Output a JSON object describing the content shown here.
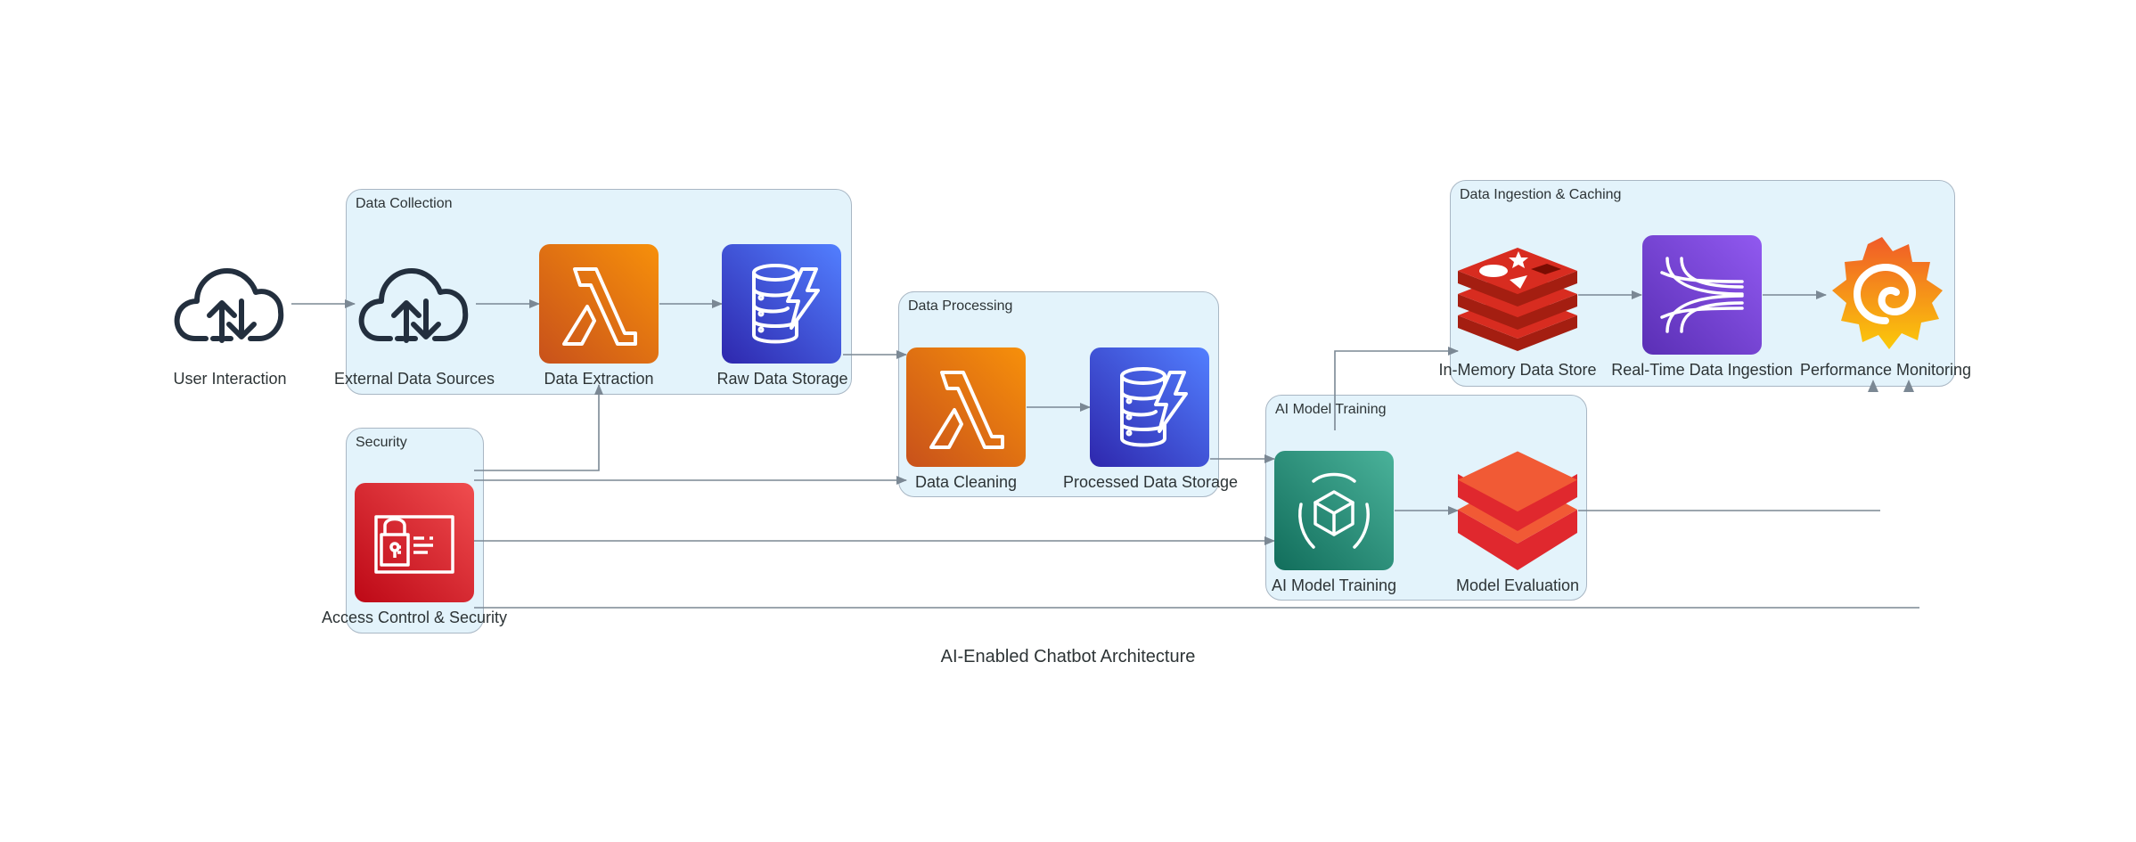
{
  "diagram": {
    "title": "AI-Enabled Chatbot Architecture",
    "clusters": {
      "data_collection": "Data Collection",
      "security": "Security",
      "data_processing": "Data Processing",
      "ai_model_training": "AI Model Training",
      "data_ingestion": "Data Ingestion & Caching"
    },
    "nodes": {
      "user_interaction": {
        "label": "User Interaction",
        "icon": "cloud-upload-download-icon"
      },
      "external_data_sources": {
        "label": "External Data Sources",
        "icon": "cloud-upload-download-icon"
      },
      "data_extraction": {
        "label": "Data Extraction",
        "icon": "lambda-icon"
      },
      "raw_data_storage": {
        "label": "Raw Data Storage",
        "icon": "dynamodb-icon"
      },
      "data_cleaning": {
        "label": "Data Cleaning",
        "icon": "lambda-icon"
      },
      "processed_data_storage": {
        "label": "Processed Data Storage",
        "icon": "dynamodb-icon"
      },
      "access_control": {
        "label": "Access Control & Security",
        "icon": "identity-lock-icon"
      },
      "ai_model_training": {
        "label": "AI Model Training",
        "icon": "sagemaker-model-icon"
      },
      "model_evaluation": {
        "label": "Model Evaluation",
        "icon": "databricks-layers-icon"
      },
      "in_memory_store": {
        "label": "In-Memory Data Store",
        "icon": "redis-icon"
      },
      "realtime_ingestion": {
        "label": "Real-Time Data Ingestion",
        "icon": "kinesis-stream-icon"
      },
      "performance_monitoring": {
        "label": "Performance Monitoring",
        "icon": "grafana-icon"
      }
    },
    "edges": [
      [
        "User Interaction",
        "External Data Sources"
      ],
      [
        "External Data Sources",
        "Data Extraction"
      ],
      [
        "Data Extraction",
        "Raw Data Storage"
      ],
      [
        "Raw Data Storage",
        "Data Cleaning"
      ],
      [
        "Data Cleaning",
        "Processed Data Storage"
      ],
      [
        "Processed Data Storage",
        "AI Model Training"
      ],
      [
        "AI Model Training",
        "Model Evaluation"
      ],
      [
        "AI Model Training",
        "In-Memory Data Store"
      ],
      [
        "In-Memory Data Store",
        "Real-Time Data Ingestion"
      ],
      [
        "Real-Time Data Ingestion",
        "Performance Monitoring"
      ],
      [
        "Access Control & Security",
        "Data Extraction"
      ],
      [
        "Access Control & Security",
        "Data Cleaning"
      ],
      [
        "Access Control & Security",
        "AI Model Training"
      ],
      [
        "Access Control & Security",
        "Performance Monitoring"
      ],
      [
        "Model Evaluation",
        "Performance Monitoring"
      ]
    ],
    "colors": {
      "cluster_fill": "#e3f3fb",
      "cluster_border": "#a9b7c4",
      "edge": "#7b8894",
      "lambda_orange": "#e8760f",
      "dynamodb_blue": "#3f51d6",
      "security_red": "#d6232f",
      "sagemaker_green": "#2a8a74",
      "kinesis_purple": "#7447d8",
      "redis_red": "#d52b1e"
    }
  }
}
